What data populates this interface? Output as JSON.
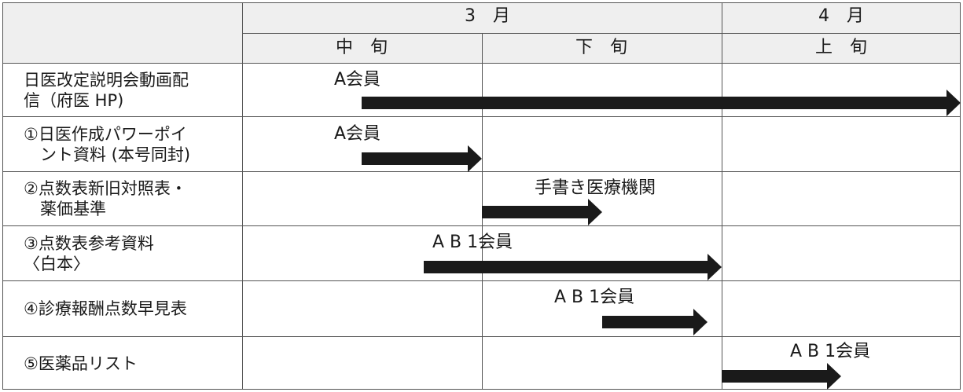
{
  "header": {
    "months": [
      {
        "label": "3　月"
      },
      {
        "label": "4　月"
      }
    ],
    "periods": [
      {
        "label": "中　旬"
      },
      {
        "label": "下　旬"
      },
      {
        "label": "上　旬"
      }
    ]
  },
  "rows": [
    {
      "line1": "日医改定説明会動画配",
      "line2": "信（府医 HP)",
      "bar_label": "A会員"
    },
    {
      "line1": "①日医作成パワーポイ",
      "line2": "　ント資料 (本号同封)",
      "bar_label": "A会員"
    },
    {
      "line1": "②点数表新旧対照表・",
      "line2": "　薬価基準",
      "bar_label": "手書き医療機関"
    },
    {
      "line1": "③点数表参考資料",
      "line2": "〈白本〉",
      "bar_label": "A B 1会員"
    },
    {
      "line1": "④診療報酬点数早見表",
      "line2": "",
      "bar_label": "A B 1会員"
    },
    {
      "line1": "⑤医薬品リスト",
      "line2": "",
      "bar_label": "A B 1会員"
    }
  ]
}
